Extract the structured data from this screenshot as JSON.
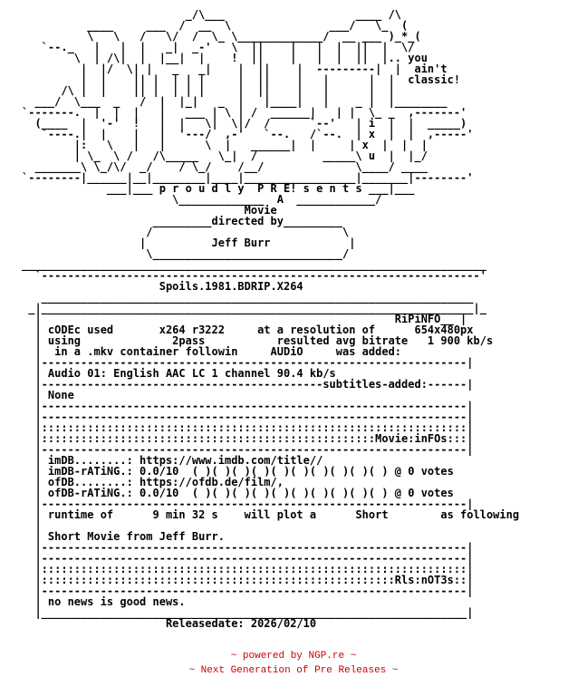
{
  "nfo": {
    "lines": [
      "                         _/\\___                    ____ /\\",
      "          ____     ___  /  __  \\               ___/   \\_  (",
      "          \\   \\   /   \\/  /  \\_ \\_____________/  __ ___ )_*_(",
      "   `--._   |   |  |   _|  _-'   \\  ||    |   |  |  ||  |  \\/",
      "        \\  | /\\|  |  |__|  |    !  ||    |   |  |  ||  |.. you",
      "         |  |/  \\| |   _   _|    |  ||    |  ---------|  |  ain't",
      "         |  |    || |  | | |     |  ||    |   |      |  |  classic!",
      "      /\\ |  |    || |  | | |     |  ||    |   |      |  |",
      "  ___/  \\___  _   /  |  |_|   _  |   |____|   |    _ |  |________",
      "`-------.  |  |  |   |   ___ | \\ | /  ______|   | |  \\_ _  ,-------'",
      "  (____  |  '-'  !   |  |   \\|  \\|/  /      `--'   | i  |  |  _____)",
      "   `----.|  |    |   |  '---/  ,-'   `--.   /`--.  | x  |  |  ,-----'",
      "        |:   \\   |   |      \\  |   ______|  |     | x  |  |  |",
      "        | \\_  \\ /   /\\_____   \\_|  /          _____\\ u  |  |_/",
      "  _______\\ \\_/\\/  _/    / \\_/    /__/              \\____/ ____",
      "`--------|______|__|________|____|_________________|_______|--------'",
      "             ___|___ p r o u d l y  P R E! s e n t s ___|___",
      "                       \\_____________  A  ____________/",
      "                                  Movie",
      "                    _________directed by_________",
      "                   /                             \\",
      "                  |          Jeff Burr            |",
      "                   \\_____________________________/",
      "_______________________________________________________________________",
      "  `-------------------------------------------------------------------'",
      "                     Spoils.1981.BDRIP.X264",
      "   __________________________________________________________________",
      " _|__________________________________________________________________|_",
      "  |                                                      RiPiNFO__ |",
      "  | cODEc used       x264 r3222     at a resolution of      654x480px",
      "  | using              2pass           resulted avg bitrate   1 900 kb/s",
      "  |  in a .mkv container followin     AUDiO     was added:",
      "  |-----------------------------------------------------------------|",
      "  | Audio 01: English AAC LC 1 channel 90.4 kb/s",
      "  |-------------------------------------------subtitles-added:------|",
      "  | None",
      "  |-----------------------------------------------------------------|",
      "  |-----------------------------------------------------------------|",
      "  |:::::::::::::::::::::::::::::::::::::::::::::::::::::::::::::::::|",
      "  |:::::::::::::::::::::::::::::::::::::::::::::::::::Movie:inFOs:::|",
      "  |-----------------------------------------------------------------|",
      "  | imDB........: https://www.imdb.com/title//",
      "  | imDB-rATiNG.: 0.0/10  ( )( )( )( )( )( )( )( )( )( ) @ 0 votes",
      "  | ofDB........: https://ofdb.de/film/,",
      "  | ofDB-rATiNG.: 0.0/10  ( )( )( )( )( )( )( )( )( )( ) @ 0 votes",
      "  |-----------------------------------------------------------------|",
      "  | runtime of      9 min 32 s    will plot a      Short        as following",
      "  |",
      "  | Short Movie from Jeff Burr.",
      "  |-----------------------------------------------------------------|",
      "  |-----------------------------------------------------------------|",
      "  |:::::::::::::::::::::::::::::::::::::::::::::::::::::::::::::::::|",
      "  |::::::::::::::::::::::::::::::::::::::::::::::::::::::Rls:nOT3s::|",
      "  |-----------------------------------------------------------------|",
      "  | no news is good news.",
      "  |_________________________________________________________________|",
      "                      Releasedate: 2026/02/10"
    ]
  },
  "footer": {
    "powered_by": "~ powered by NGP.re ~",
    "tagline": "~ Next Generation of Pre Releases ~",
    "color": "#cc0000"
  }
}
